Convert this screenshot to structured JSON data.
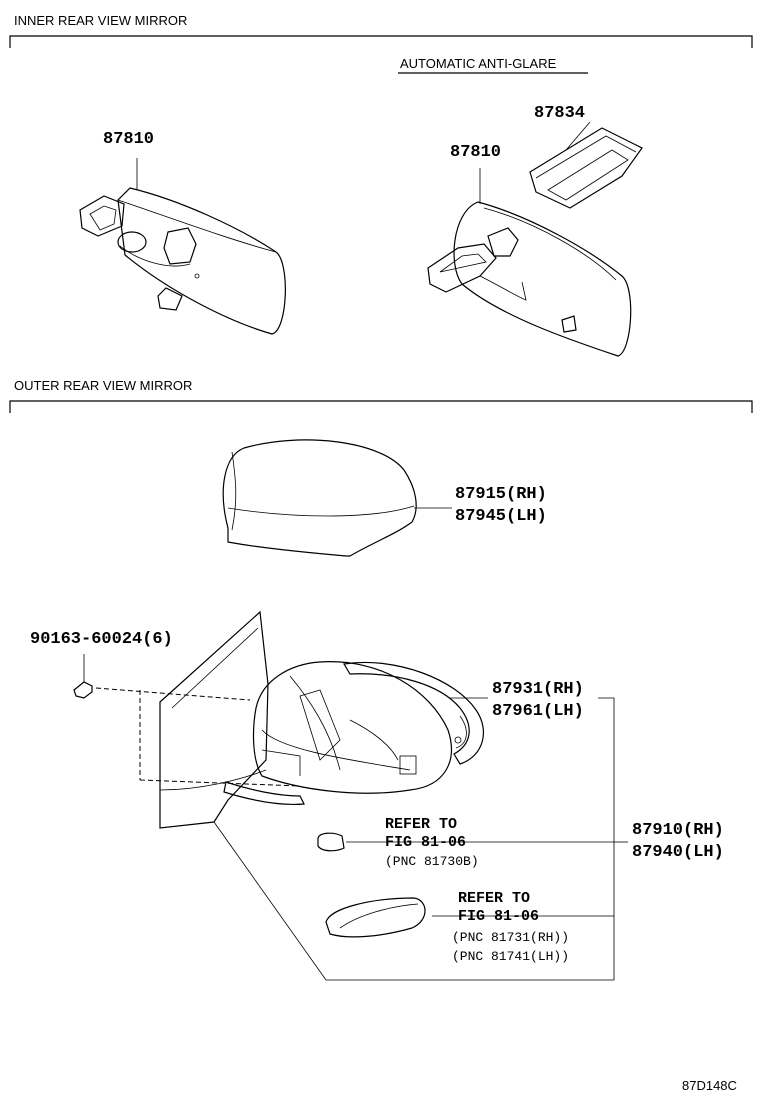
{
  "sections": {
    "inner_title": "INNER REAR VIEW MIRROR",
    "auto_title": "AUTOMATIC ANTI-GLARE",
    "outer_title": "OUTER REAR VIEW MIRROR"
  },
  "parts": {
    "inner_left": "87810",
    "inner_right": "87810",
    "sensor": "87834",
    "cover_rh": "87915(RH)",
    "cover_lh": "87945(LH)",
    "screw": "90163-60024(6)",
    "housing_rh": "87931(RH)",
    "housing_lh": "87961(LH)",
    "assembly_rh": "87910(RH)",
    "assembly_lh": "87940(LH)"
  },
  "refs": {
    "ref1_line1": "REFER TO",
    "ref1_line2": "FIG 81-06",
    "ref1_line3": "(PNC 81730B)",
    "ref2_line1": "REFER TO",
    "ref2_line2": "FIG 81-06",
    "ref2_line3": "(PNC 81731(RH))",
    "ref2_line4": "(PNC 81741(LH))"
  },
  "figure_id": "87D148C"
}
